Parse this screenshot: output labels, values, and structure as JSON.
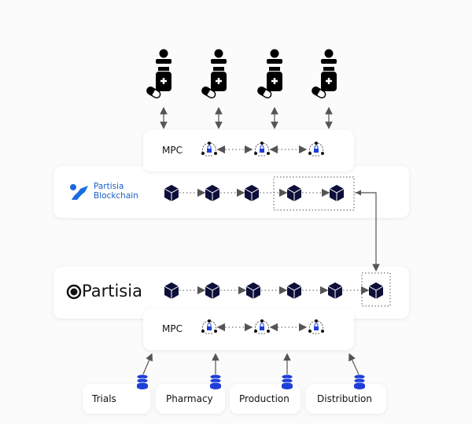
{
  "colors": {
    "cube": "#0d0f3a",
    "accent": "#1f3fd8",
    "logo_blue": "#1a6be0"
  },
  "mpc_label": "MPC",
  "partisia_blockchain": {
    "line1": "Partisia",
    "line2": "Blockchain"
  },
  "partisia_logo": "Partisia",
  "data_sources": [
    {
      "label": "Trials"
    },
    {
      "label": "Pharmacy"
    },
    {
      "label": "Production"
    },
    {
      "label": "Distribution"
    }
  ]
}
